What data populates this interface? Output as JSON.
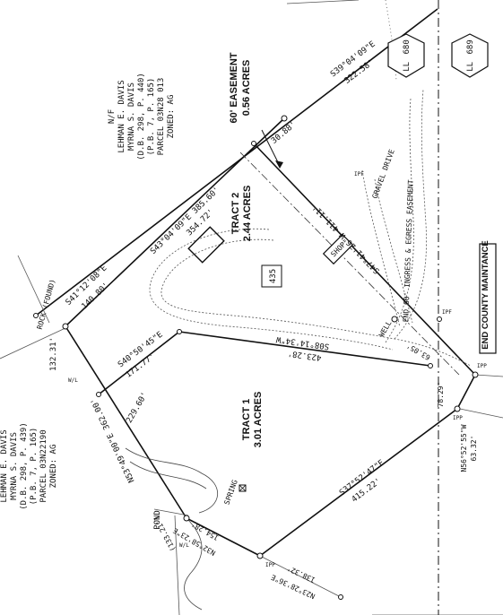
{
  "tracts": [
    {
      "name": "TRACT 1",
      "area": "3.01 ACRES"
    },
    {
      "name": "TRACT 2",
      "area": "2.44 ACRES"
    }
  ],
  "easement": {
    "line1": "60' EASEMENT",
    "line2": "0.56 ACRES"
  },
  "land_lots": [
    "680",
    "689"
  ],
  "land_lot_prefix": "LL",
  "parcel_label": "435",
  "road_label": "END COUNTY MAINTANCE",
  "driveway_labels": {
    "gravel_drive": "GRAVEL DRIVE",
    "ingress": "END 60' INGRESS & EGRESS EASEMENT"
  },
  "feature_labels": {
    "pond": "POND",
    "spring": "SPRING",
    "well": "WELL",
    "rock_found": "ROCK (FOUND)",
    "shop": "SHOP"
  },
  "neighbor_north": {
    "line1": "N/F",
    "line2": "LEHMAN E. DAVIS",
    "line3": "MYRNA S. DAVIS",
    "line4": "(D.B. 298, P. 440)",
    "line5": "(P.B. 7, P. 165)",
    "line6": "PARCEL 03N28 013",
    "line7": "ZONED: AG"
  },
  "neighbor_west": {
    "line1": "LEHMAN E. DAVIS",
    "line2": "MYRNA S. DAVIS",
    "line3": "(D.B. 298, P. 439)",
    "line4": "(P.B. 7, P. 165)",
    "line5": "PARCEL 03N22190",
    "line6": "ZONED: AG"
  },
  "bearings": {
    "b_39_04_09": "S39°04'09\"E",
    "d_322_58": "322.58'",
    "d_30_88": "30.88'",
    "b_43_04_09": "S43°04'09\"E 385.60'",
    "d_354_72": "354.72'",
    "b_41_12_08": "S41°12'08\"E",
    "d_140_80": "140.80'",
    "d_132_31": "132.31'",
    "b_47_41_26": "S47°41'26\"W 411.11'",
    "b_40_50_45": "S40°50'45\"E",
    "d_171_77": "171.77'",
    "b_08_14_34": "S08°14'34\"W",
    "d_423_28": "423.28'",
    "d_63_05": "63.05'",
    "d_78_29": "78.29'",
    "b_53_49_00": "N53°49'00\"E  362.00'",
    "d_229_60": "229.60'",
    "b_56_52_55": "N56°52'55\"W",
    "d_63_32": "63.32'",
    "b_37_52_47": "S37°52'47\"E",
    "d_415_22": "415.22'",
    "b_32_58_23": "N32°58'23\"E",
    "d_154_28": "154.28'",
    "d_133_21": "(133.21')",
    "b_23_28_36": "N23°28'36\"E",
    "d_138_32": "138.32'"
  },
  "small_labels": {
    "ipp": "IPP",
    "ipf": "IPF",
    "wl": "W/L"
  }
}
